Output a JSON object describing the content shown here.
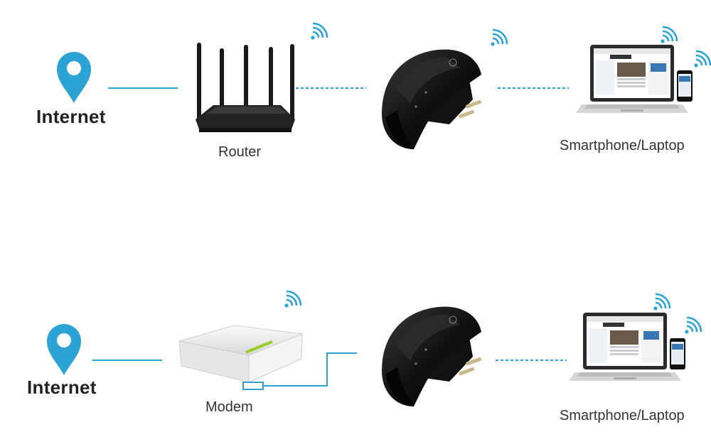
{
  "rows": [
    {
      "internet_label": "Internet",
      "source_label": "Router",
      "client_label": "Smartphone/Laptop"
    },
    {
      "internet_label": "Internet",
      "source_label": "Modem",
      "client_label": "Smartphone/Laptop"
    }
  ],
  "colors": {
    "accent": "#2ba3d4",
    "device_black": "#161616",
    "modem_white": "#f2f2f2"
  },
  "icons": [
    "location-pin-icon",
    "wifi-signal-icon"
  ]
}
